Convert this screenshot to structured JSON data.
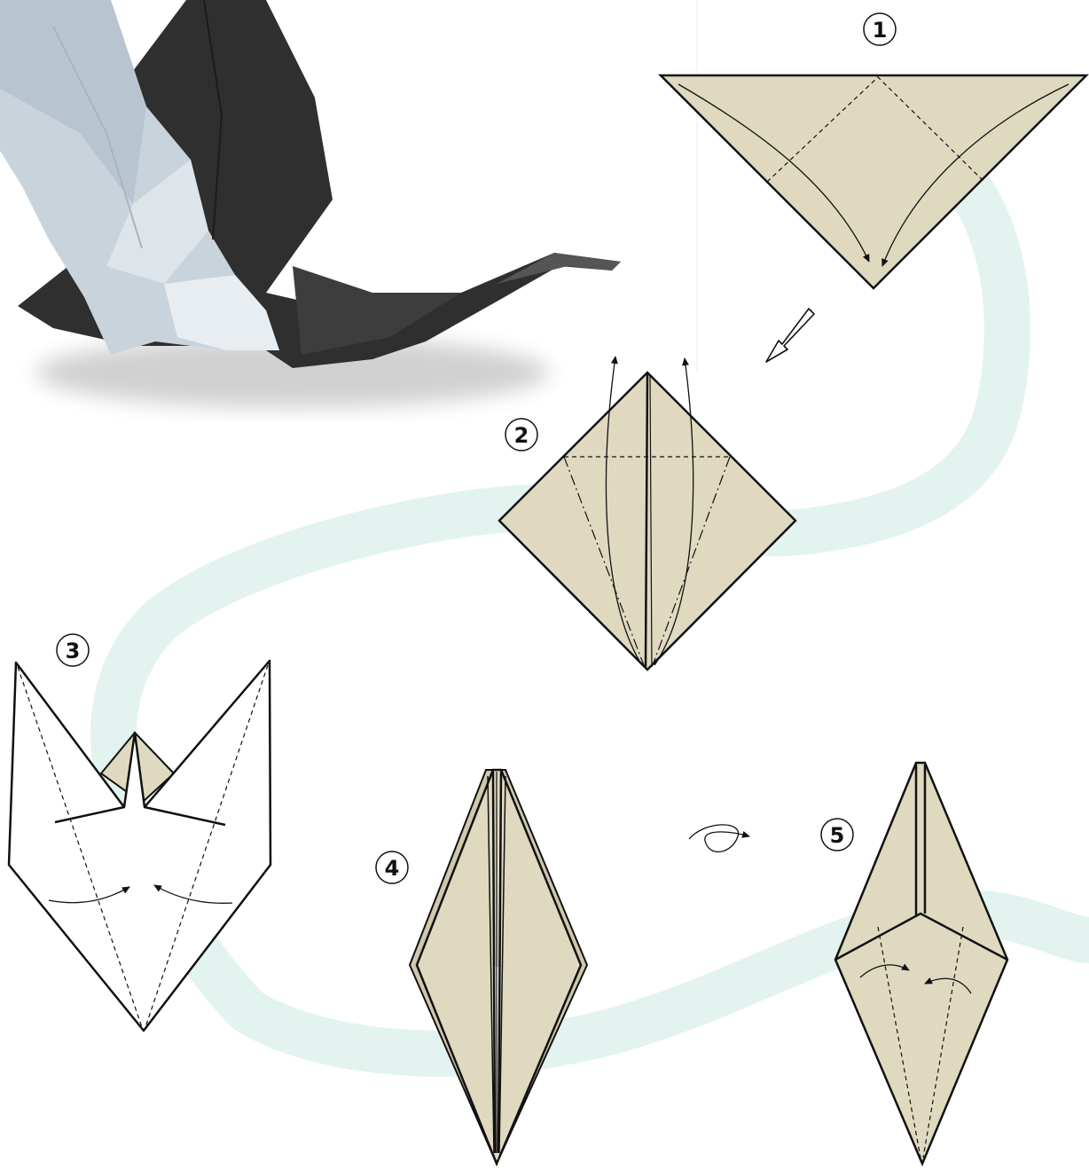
{
  "title": "",
  "colors": {
    "paper": "#dfd9c0",
    "paper_dark": "#cfc8ac",
    "path_band": "#e3f3ef",
    "line": "#111111",
    "crane_black": "#2f2f2f",
    "crane_light": "#c9d3dc"
  },
  "photo": {
    "icon": "origami-crane-photo"
  },
  "steps": [
    {
      "number": "1"
    },
    {
      "number": "2"
    },
    {
      "number": "3"
    },
    {
      "number": "4"
    },
    {
      "number": "5"
    }
  ],
  "symbols": {
    "next_step": "next-step-arrow-icon",
    "turn_over": "turn-over-icon"
  }
}
